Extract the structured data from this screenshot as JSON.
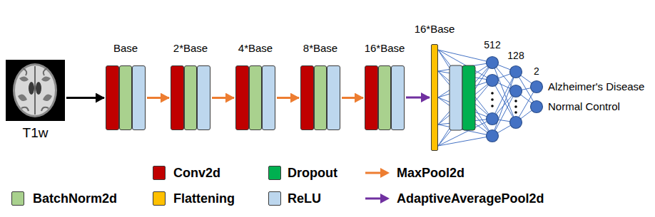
{
  "diagram": {
    "nodes": [
      {
        "text": [
          "T1w"
        ]
      },
      {
        "text": [
          "Base"
        ]
      },
      {
        "text": [
          "2*Base"
        ]
      },
      {
        "text": [
          "4*Base"
        ]
      },
      {
        "text": [
          "8*Base"
        ]
      },
      {
        "text": [
          "16*Base"
        ]
      },
      {
        "text": [
          "16*Base"
        ]
      }
    ],
    "edges": [
      {
        "from": 0,
        "to": 1,
        "arrow": "to"
      },
      {
        "from": 1,
        "to": 2,
        "arrow": "to"
      },
      {
        "from": 2,
        "to": 3,
        "arrow": "to"
      },
      {
        "from": 3,
        "to": 4,
        "arrow": "to"
      },
      {
        "from": 4,
        "to": 5,
        "arrow": "to"
      },
      {
        "from": 5,
        "to": 6,
        "arrow": "to"
      }
    ],
    "labels": [
      "512",
      "128",
      "2",
      "Alzheimer's Disease",
      "Normal Control"
    ],
    "legend": [
      {
        "text": "Conv2d",
        "color": "#C00000"
      },
      {
        "text": "Dropout",
        "color": "#00B050"
      },
      {
        "text": "MaxPool2d"
      },
      {
        "text": "BatchNorm2d",
        "color": "#A9D18E"
      },
      {
        "text": "Flattening",
        "color": "#FFC000"
      },
      {
        "text": "ReLU",
        "color": "#BDD7EE"
      },
      {
        "text": "AdaptiveAveragePool2d"
      }
    ]
  }
}
